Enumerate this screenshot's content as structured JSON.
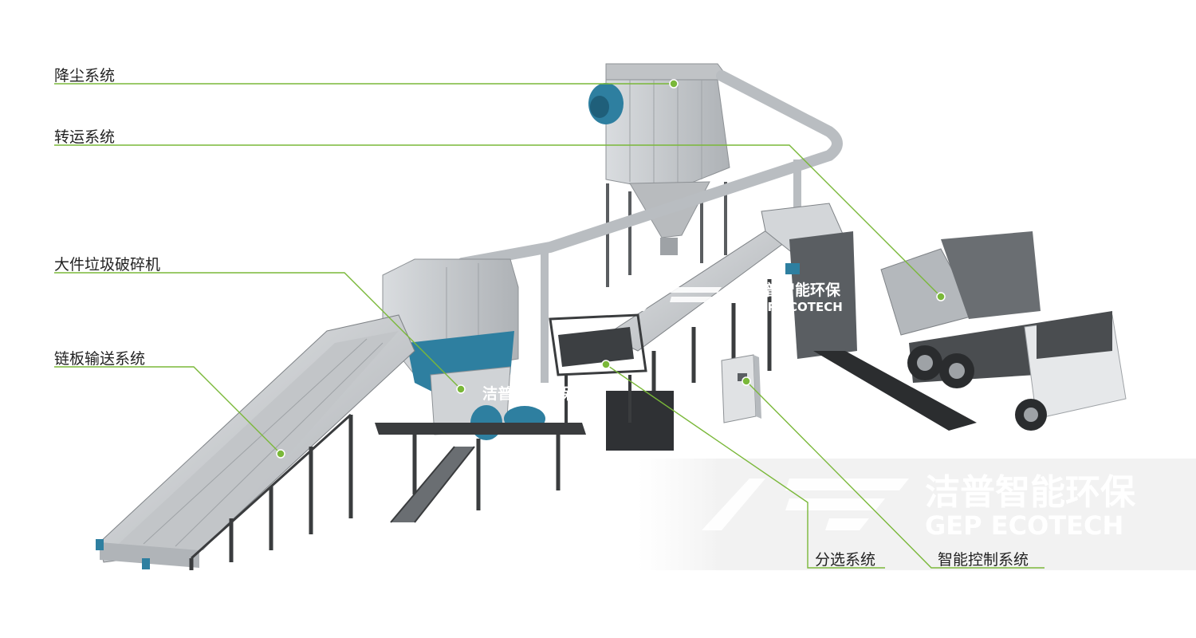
{
  "labels": {
    "dust": "降尘系统",
    "transfer": "转运系统",
    "shredder": "大件垃圾破碎机",
    "chain_conveyor": "链板输送系统",
    "sorting": "分选系统",
    "control": "智能控制系统"
  },
  "watermark": {
    "brand_cn": "洁普智能环保",
    "brand_en": "GEP ECOTECH"
  },
  "colors": {
    "leader_line": "#7ab839",
    "machine_blue": "#2e7fa0",
    "steel": "#c9cccf",
    "frame": "#3a3c3e"
  }
}
